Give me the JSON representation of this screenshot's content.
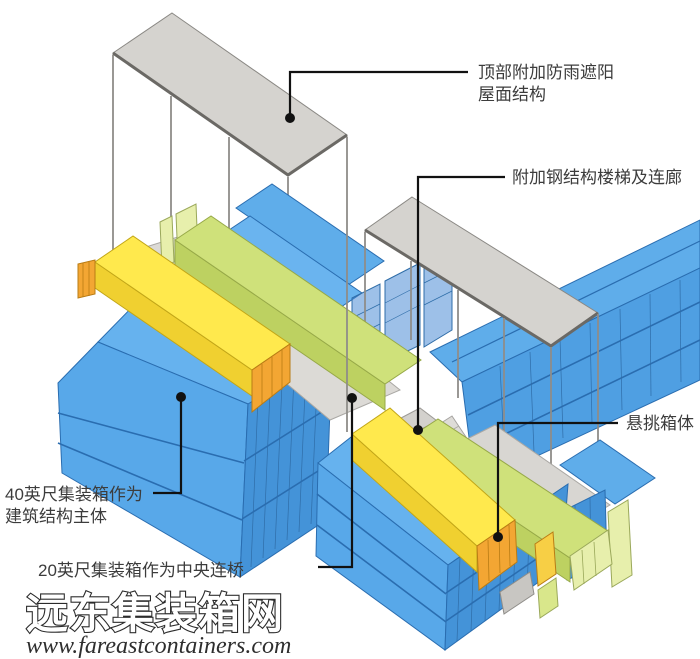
{
  "annotations": {
    "roof": {
      "line1": "顶部附加防雨遮阳",
      "line2": "屋面结构"
    },
    "stairs": {
      "line1": "附加钢结构楼梯及连廊"
    },
    "cantilever": {
      "line1": "悬挑箱体"
    },
    "forty_ft": {
      "line1": "40英尺集装箱作为",
      "line2": "建筑结构主体"
    },
    "twenty_ft": {
      "line1": "20英尺集装箱作为中央连桥"
    }
  },
  "watermark": {
    "site_name": "远东集装箱网",
    "site_url": "www.fareastcontainers.com"
  },
  "colors": {
    "container_blue_top": "#66b2ee",
    "container_blue_wall": "#58a8e9",
    "container_blue_end": "#4493d8",
    "container_yellow": "#ffe94d",
    "container_orange_cap": "#f3a633",
    "container_lime": "#cfe17a",
    "container_lime_end": "#e7efac",
    "roof_gray": "#d5d3cf",
    "leader_black": "#111111",
    "label_text": "#3c3c3c"
  }
}
